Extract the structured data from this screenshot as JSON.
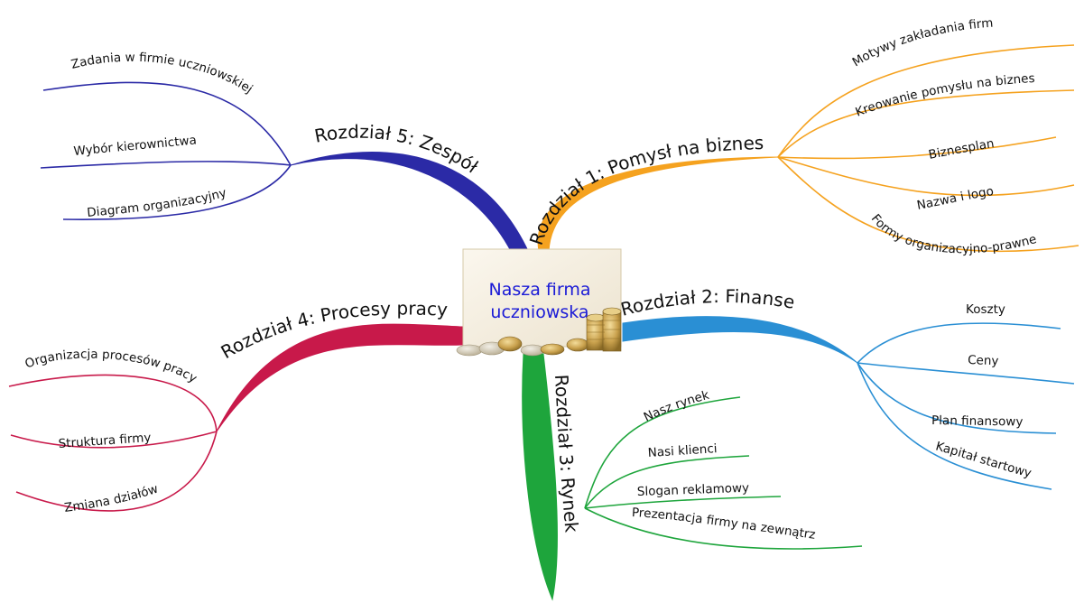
{
  "center": {
    "title_line1": "Nasza firma",
    "title_line2": "uczniowska",
    "text_color": "#1a1ad6"
  },
  "branches": [
    {
      "title": "Rozdział 1: Pomysł na biznes",
      "color": "#f5a21f",
      "items": [
        "Motywy zakładania firm",
        "Kreowanie pomysłu na biznes",
        "Biznesplan",
        "Nazwa i logo",
        "Formy organizacyjno-prawne"
      ]
    },
    {
      "title": "Rozdział 2: Finanse",
      "color": "#2a8fd4",
      "items": [
        "Koszty",
        "Ceny",
        "Plan finansowy",
        "Kapitał startowy"
      ]
    },
    {
      "title": "Rozdział 3: Rynek",
      "color": "#1ea53c",
      "items": [
        "Nasz rynek",
        "Nasi klienci",
        "Slogan reklamowy",
        "Prezentacja firmy na zewnątrz"
      ]
    },
    {
      "title": "Rozdział 4: Procesy pracy",
      "color": "#c8194a",
      "items": [
        "Organizacja procesów pracy",
        "Struktura firmy",
        "Zmiana działów"
      ]
    },
    {
      "title": "Rozdział 5: Zespół",
      "color": "#2b2aa6",
      "items": [
        "Zadania w firmie uczniowskiej",
        "Wybór kierownictwa",
        "Diagram organizacyjny"
      ]
    }
  ]
}
